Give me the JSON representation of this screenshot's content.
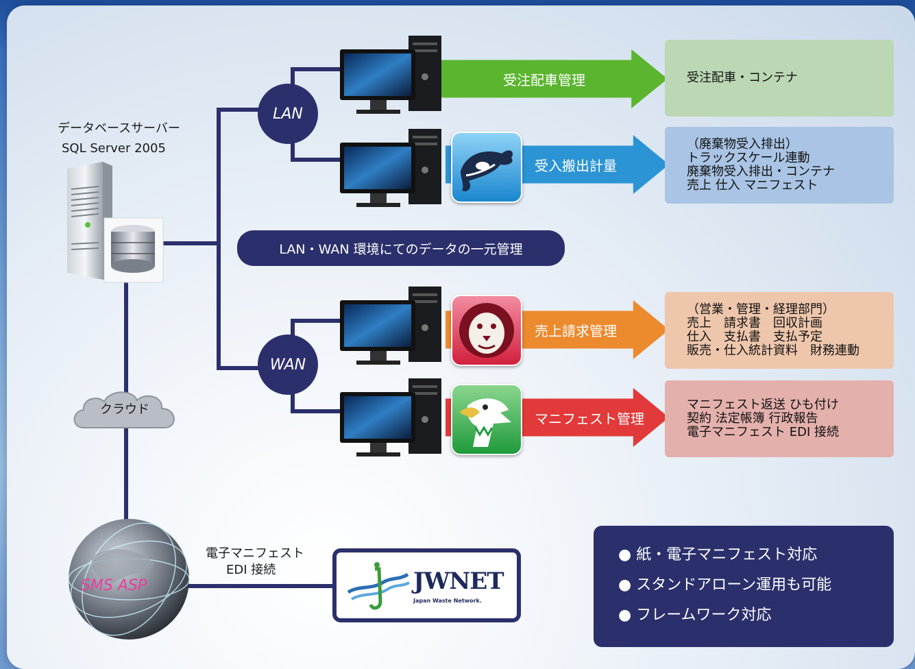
{
  "server": {
    "title": "データベースサーバー",
    "subtitle": "SQL Server 2005"
  },
  "nodes": {
    "lan": "LAN",
    "wan": "WAN"
  },
  "center_label": "LAN・WAN 環境にてのデータの一元管理",
  "cloud": "クラウド",
  "asp": "SMS ASP",
  "edi_label": {
    "line1": "電子マニフェスト",
    "line2": "EDI 接続"
  },
  "rows": [
    {
      "arrow_label": "受注配車管理",
      "arrow_color": "#5bb52f",
      "box_color": "#bcd7b4",
      "lines": [
        "受注配車・コンテナ"
      ]
    },
    {
      "arrow_label": "受入搬出計量",
      "arrow_color": "#2b94d4",
      "box_color": "#a9c4e4",
      "icon": "orca-icon",
      "lines": [
        "（廃棄物受入排出）",
        "トラックスケール連動",
        "廃棄物受入排出・コンテナ",
        "売上 仕入 マニフェスト"
      ]
    },
    {
      "arrow_label": "売上請求管理",
      "arrow_color": "#ec8a2e",
      "box_color": "#eec6ac",
      "icon": "lion-icon",
      "lines": [
        "（営業・管理・経理部門）",
        "売上　請求書　回収計画",
        "仕入　支払書　支払予定",
        "販売・仕入統計資料　財務連動"
      ]
    },
    {
      "arrow_label": "マニフェスト管理",
      "arrow_color": "#e23a3a",
      "box_color": "#e4b0ac",
      "icon": "eagle-icon",
      "lines": [
        "マニフェスト返送 ひも付け",
        "契約 法定帳簿 行政報告",
        "電子マニフェスト EDI 接続"
      ]
    }
  ],
  "features": [
    "● 紙・電子マニフェスト対応",
    "● スタンドアローン運用も可能",
    "● フレームワーク対応"
  ],
  "jwnet": {
    "logo": "JWNET",
    "tagline": "Japan Waste Network."
  }
}
